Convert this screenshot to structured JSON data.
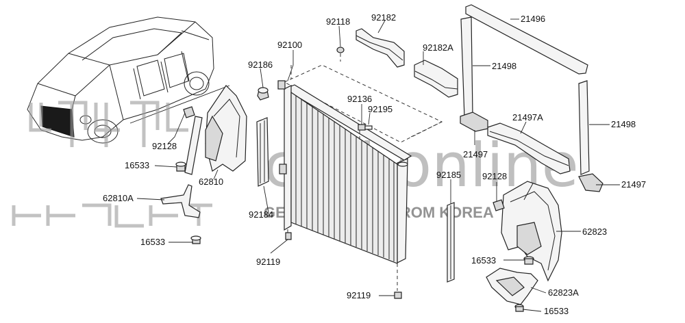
{
  "labels": {
    "p21496": "21496",
    "p92118": "92118",
    "p92182": "92182",
    "p92100": "92100",
    "p92182A": "92182A",
    "p21498_top": "21498",
    "p92186": "92186",
    "p92136": "92136",
    "p92195": "92195",
    "p21497A": "21497A",
    "p21498_right": "21498",
    "p92128_left": "92128",
    "p21497_mid": "21497",
    "p16533_upper": "16533",
    "p62810": "62810",
    "p92185": "92185",
    "p92128_right": "92128",
    "p21497_right": "21497",
    "p62810A": "62810A",
    "p92184": "92184",
    "p62823": "62823",
    "p16533_lower_left": "16533",
    "p92119_mid": "92119",
    "p16533_right": "16533",
    "p92119_bottom": "92119",
    "p62823A": "62823A",
    "p16533_bottom_right": "16533"
  },
  "watermark": {
    "site": "crdi.online",
    "tagline": "GENUINE PARTS FROM KOREA",
    "korean": "크디와 판매"
  }
}
